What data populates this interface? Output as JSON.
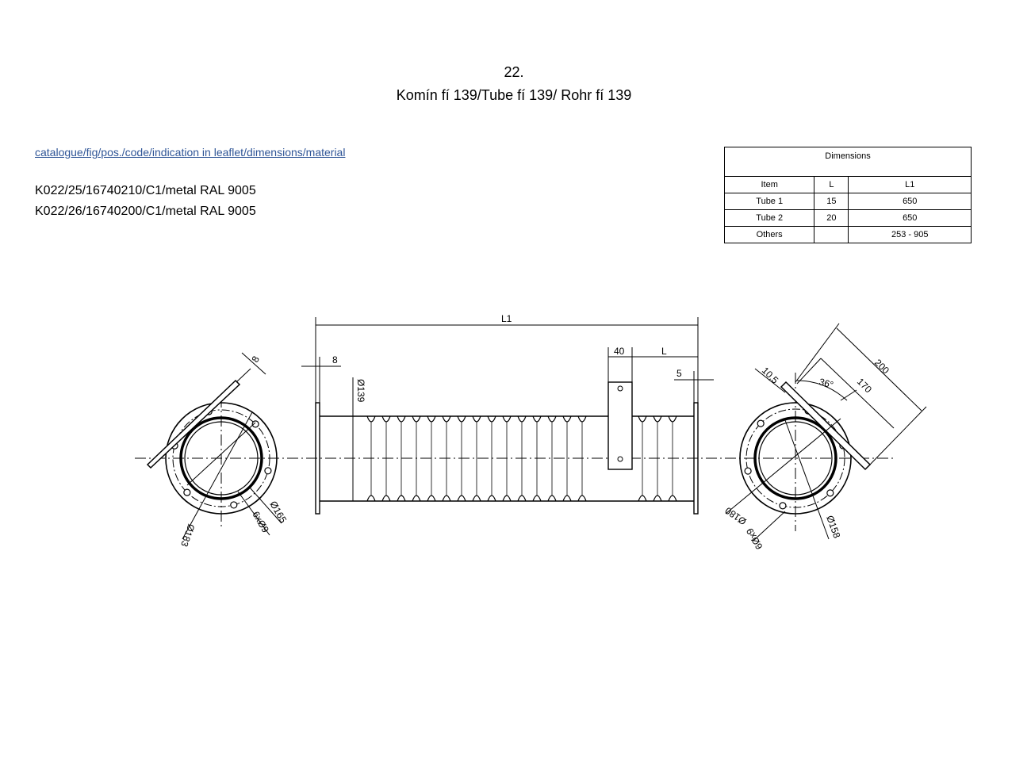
{
  "header": {
    "number": "22.",
    "title": "Komín fí 139/Tube fí 139/ Rohr fí 139"
  },
  "legend_link": "catalogue/fig/pos./code/indication in leaflet/dimensions/material",
  "codes": [
    "K022/25/16740210/C1/metal RAL 9005",
    "K022/26/16740200/C1/metal RAL 9005"
  ],
  "table": {
    "title": "Dimensions",
    "headers": [
      "Item",
      "L",
      "L1"
    ],
    "rows": [
      [
        "Tube 1",
        "15",
        "650"
      ],
      [
        "Tube 2",
        "20",
        "650"
      ],
      [
        "Others",
        "",
        "253 - 905"
      ]
    ]
  },
  "drawing": {
    "left_view": {
      "bracket": "8",
      "d_outer": "Ø183",
      "d_mid": "Ø165",
      "holes": "6xØ9"
    },
    "side_view": {
      "length": "L1",
      "flange": "8",
      "diameter": "Ø139",
      "bracket_width": "40",
      "bracket_pos": "L",
      "end": "5"
    },
    "right_view": {
      "bracket": "10,5",
      "angle": "36°",
      "len1": "170",
      "len2": "200",
      "d_outer": "Ø180",
      "holes": "6Øx9",
      "d_inner": "Ø158"
    }
  }
}
